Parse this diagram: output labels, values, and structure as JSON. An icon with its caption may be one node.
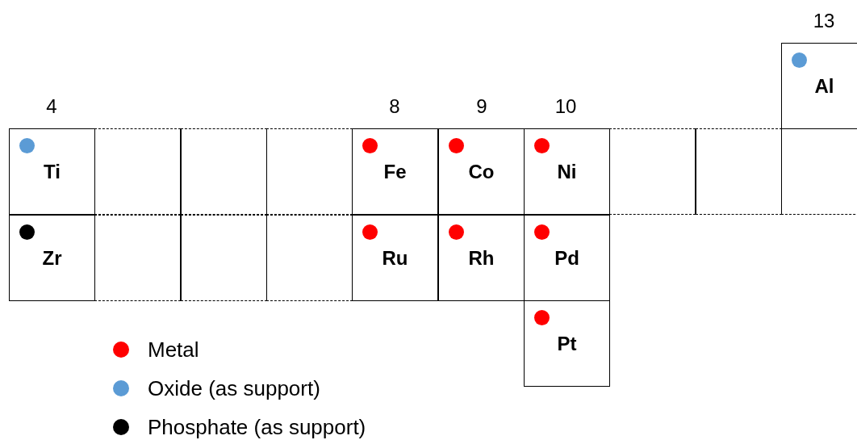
{
  "diagram": {
    "nodes": [
      {
        "text": [
          "Al"
        ]
      },
      {
        "text": [],
        "shape": "circle",
        "in": 0
      },
      {
        "text": [
          "Ti"
        ]
      },
      {
        "text": [],
        "shape": "circle",
        "in": 2
      },
      {
        "text": [],
        "shape": "box"
      },
      {
        "text": [],
        "shape": "box"
      },
      {
        "text": [],
        "shape": "box"
      },
      {
        "text": [
          "Fe"
        ]
      },
      {
        "text": [],
        "shape": "circle",
        "in": 7
      },
      {
        "text": [
          "Co"
        ]
      },
      {
        "text": [],
        "shape": "circle",
        "in": 9
      },
      {
        "text": [
          "Ni"
        ]
      },
      {
        "text": [],
        "shape": "circle",
        "in": 11
      },
      {
        "text": [],
        "shape": "box"
      },
      {
        "text": [],
        "shape": "box"
      },
      {
        "text": [],
        "shape": "box"
      },
      {
        "text": [
          "Zr"
        ]
      },
      {
        "text": [],
        "shape": "circle",
        "in": 16
      },
      {
        "text": [],
        "shape": "box"
      },
      {
        "text": [],
        "shape": "box"
      },
      {
        "text": [],
        "shape": "box"
      },
      {
        "text": [
          "Ru"
        ]
      },
      {
        "text": [],
        "shape": "circle",
        "in": 21
      },
      {
        "text": [
          "Rh"
        ]
      },
      {
        "text": [],
        "shape": "circle",
        "in": 23
      },
      {
        "text": [
          "Pd"
        ]
      },
      {
        "text": [],
        "shape": "circle",
        "in": 25
      },
      {
        "text": [
          "Pt"
        ]
      },
      {
        "text": [],
        "shape": "circle",
        "in": 27
      }
    ],
    "edges": [],
    "labels": [
      "13",
      "4",
      "8",
      "9",
      "10"
    ],
    "legend": [
      {
        "text": "Metal",
        "color": "#ff0000"
      },
      {
        "text": "Oxide (as support)",
        "color": "#5b9bd5"
      },
      {
        "text": "Phosphate (as support)",
        "color": "#000000"
      }
    ]
  }
}
